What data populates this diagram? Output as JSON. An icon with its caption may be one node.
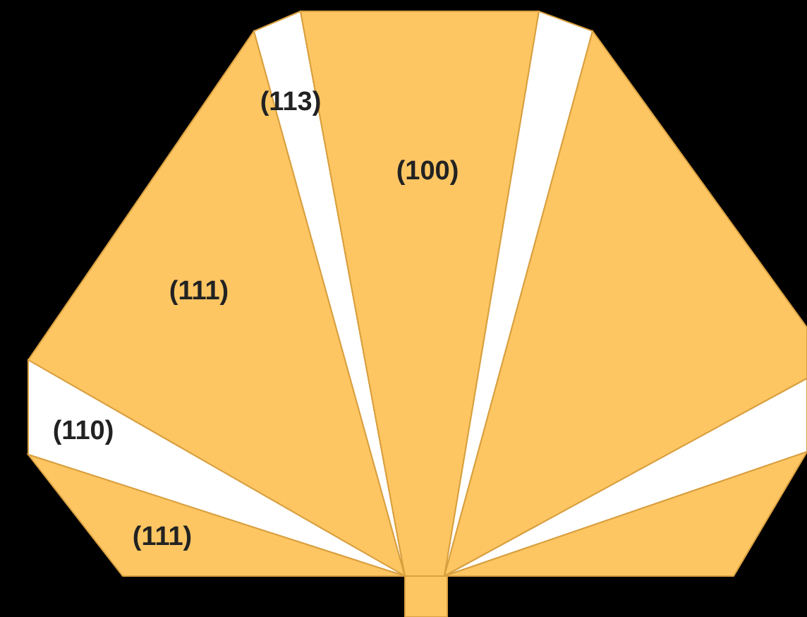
{
  "diagram": {
    "labels": [
      "(113)",
      "(100)",
      "(111)",
      "(110)",
      "(111)"
    ]
  }
}
